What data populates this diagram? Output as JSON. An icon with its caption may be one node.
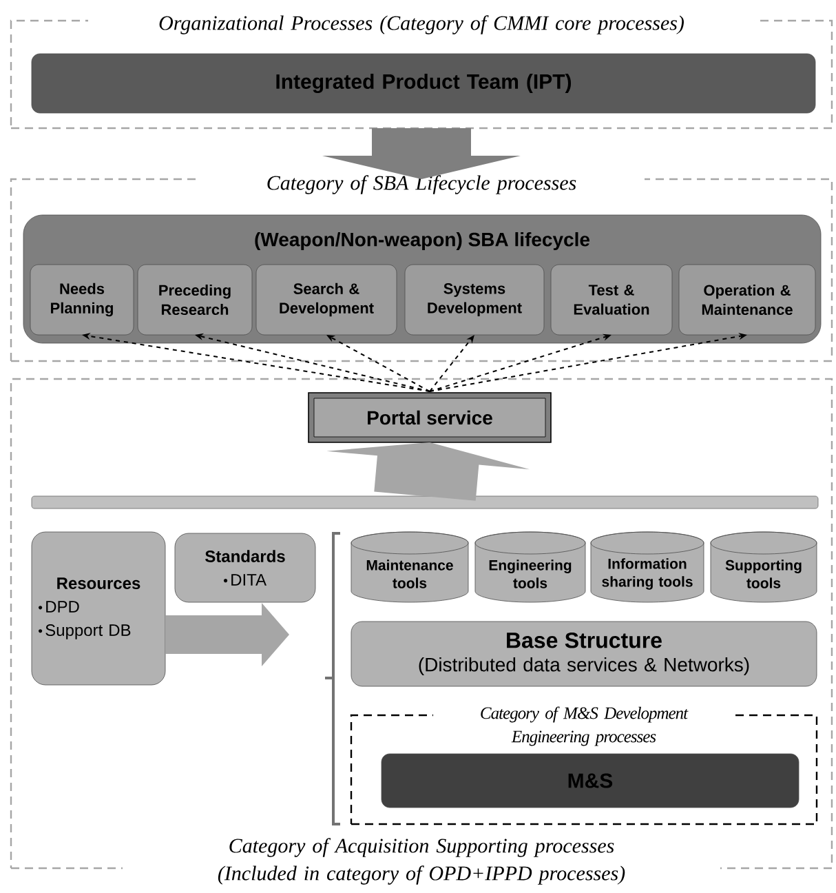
{
  "diagram": {
    "nodes": [
      {
        "text": [
          "Organizational Processes (Category of CMMI core processes)"
        ]
      },
      {
        "text": [
          "Integrated Product Team (IPT)"
        ],
        "in": 0
      },
      {
        "text": [
          "Category of SBA Lifecycle processes"
        ]
      },
      {
        "text": [
          "(Weapon/Non-weapon) SBA lifecycle"
        ],
        "in": 2
      },
      {
        "text": [
          "Needs Planning"
        ],
        "in": 3
      },
      {
        "text": [
          "Preceding Research"
        ],
        "in": 3
      },
      {
        "text": [
          "Search & Development"
        ],
        "in": 3
      },
      {
        "text": [
          "Systems Development"
        ],
        "in": 3
      },
      {
        "text": [
          "Test & Evaluation"
        ],
        "in": 3
      },
      {
        "text": [
          "Operation & Maintenance"
        ],
        "in": 3
      },
      {
        "text": [
          "Category of Acquisition Supporting processes (Included in category of OPD+IPPD processes)"
        ]
      },
      {
        "text": [
          "Portal service"
        ],
        "in": 10
      },
      {
        "text": [],
        "shape": "bar",
        "in": 10
      },
      {
        "text": [
          "Resources",
          "DPD",
          "Support DB"
        ],
        "in": 10
      },
      {
        "text": [
          "Standards",
          "DITA"
        ],
        "in": 10
      },
      {
        "text": [
          "Maintenance tools"
        ],
        "in": 10
      },
      {
        "text": [
          "Engineering tools"
        ],
        "in": 10
      },
      {
        "text": [
          "Information sharing tools"
        ],
        "in": 10
      },
      {
        "text": [
          "Supporting tools"
        ],
        "in": 10
      },
      {
        "text": [
          "Base Structure",
          "(Distributed data services & Networks)"
        ],
        "in": 10
      },
      {
        "text": [
          "Category of M&S Development Engineering processes"
        ],
        "in": 10
      },
      {
        "text": [
          "M&S"
        ],
        "in": 20
      }
    ],
    "edges": [
      {
        "from": 0,
        "to": 2,
        "arrow": "to",
        "style": "thick",
        "color": "#7f7f7f"
      },
      {
        "from": 12,
        "to": 11,
        "arrow": "to",
        "style": "thick",
        "color": "#a6a6a6"
      },
      {
        "from": 11,
        "to": 4,
        "arrow": "to",
        "style": "dashed"
      },
      {
        "from": 11,
        "to": 5,
        "arrow": "to",
        "style": "dashed"
      },
      {
        "from": 11,
        "to": 6,
        "arrow": "to",
        "style": "dashed"
      },
      {
        "from": 11,
        "to": 7,
        "arrow": "to",
        "style": "dashed"
      },
      {
        "from": 11,
        "to": 8,
        "arrow": "to",
        "style": "dashed"
      },
      {
        "from": 11,
        "to": 9,
        "arrow": "to",
        "style": "dashed"
      },
      {
        "from": 13,
        "to": null,
        "arrow": "to",
        "style": "thick",
        "color": "#a6a6a6"
      }
    ]
  }
}
